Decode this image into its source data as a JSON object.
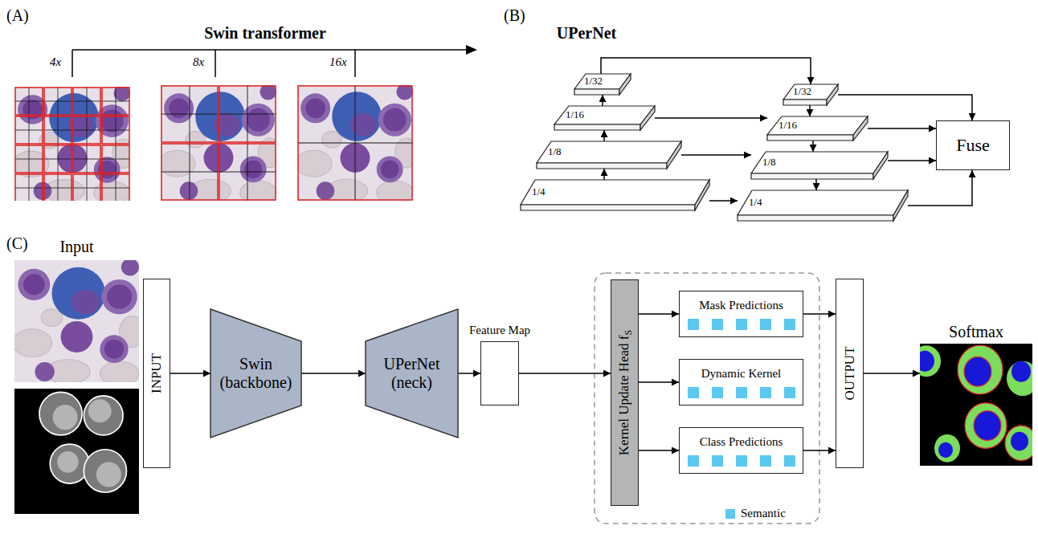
{
  "diagram": {
    "nodes": [
      {
        "text": [
          "1/32"
        ]
      },
      {
        "text": [
          "1/16"
        ]
      },
      {
        "text": [
          "1/8"
        ]
      },
      {
        "text": [
          "1/4"
        ]
      },
      {
        "text": [
          "1/32"
        ]
      },
      {
        "text": [
          "1/16"
        ]
      },
      {
        "text": [
          "1/8"
        ]
      },
      {
        "text": [
          "1/4"
        ]
      },
      {
        "text": [
          "Fuse"
        ]
      },
      {
        "text": [
          "Input"
        ]
      },
      {
        "text": [
          "INPUT"
        ]
      },
      {
        "text": [
          "Swin (backbone)"
        ]
      },
      {
        "text": [
          "UPerNet (neck)"
        ]
      },
      {
        "text": [
          "Feature Map"
        ]
      },
      {
        "text": [
          "Kernel Update Head f",
          "S"
        ]
      },
      {
        "text": [
          "Mask Predictions"
        ]
      },
      {
        "text": [
          "Dynamic Kernel"
        ]
      },
      {
        "text": [
          "Class Predictions"
        ]
      },
      {
        "text": [
          "OUTPUT"
        ]
      },
      {
        "text": [
          "Softmax"
        ]
      }
    ],
    "edges": [
      {
        "from": 3,
        "to": 2,
        "arrow": "to"
      },
      {
        "from": 2,
        "to": 1,
        "arrow": "to"
      },
      {
        "from": 1,
        "to": 0,
        "arrow": "to"
      },
      {
        "from": 0,
        "to": 4,
        "arrow": "to"
      },
      {
        "from": 1,
        "to": 5,
        "arrow": "to"
      },
      {
        "from": 2,
        "to": 6,
        "arrow": "to"
      },
      {
        "from": 3,
        "to": 7,
        "arrow": "to"
      },
      {
        "from": 4,
        "to": 5,
        "arrow": "to"
      },
      {
        "from": 5,
        "to": 6,
        "arrow": "to"
      },
      {
        "from": 6,
        "to": 7,
        "arrow": "to"
      },
      {
        "from": 4,
        "to": 8,
        "arrow": "to"
      },
      {
        "from": 5,
        "to": 8,
        "arrow": "to"
      },
      {
        "from": 6,
        "to": 8,
        "arrow": "to"
      },
      {
        "from": 7,
        "to": 8,
        "arrow": "to"
      },
      {
        "from": 10,
        "to": 11,
        "arrow": "to"
      },
      {
        "from": 11,
        "to": 12,
        "arrow": "to"
      },
      {
        "from": 12,
        "to": 13,
        "arrow": "to"
      },
      {
        "from": 13,
        "to": 14,
        "arrow": "to"
      },
      {
        "from": 14,
        "to": 15,
        "arrow": "to"
      },
      {
        "from": 14,
        "to": 16,
        "arrow": "to"
      },
      {
        "from": 14,
        "to": 17,
        "arrow": "to"
      },
      {
        "from": 15,
        "to": 18,
        "arrow": "to"
      },
      {
        "from": 17,
        "to": 18,
        "arrow": "to"
      },
      {
        "from": 18,
        "to": 19,
        "arrow": "to"
      }
    ],
    "labels": [
      "(A)",
      "Swin transformer",
      "4x",
      "8x",
      "16x",
      "(B)",
      "UPerNet",
      "(C)"
    ],
    "legend": [
      {
        "text": "Semantic",
        "color": "#5bc8f0"
      }
    ]
  }
}
